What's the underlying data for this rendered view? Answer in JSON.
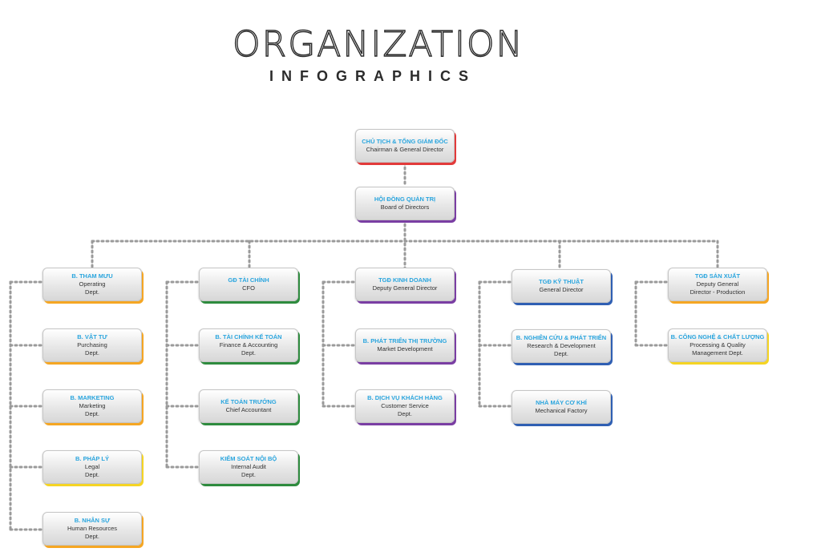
{
  "title": {
    "line1_a": "ORGAN",
    "line1_b": "I",
    "line1_c": "ZATION",
    "line2": "INFOGRAPHICS"
  },
  "colors": {
    "red": "#e23a3a",
    "purple": "#7a3ea3",
    "orange": "#f5a623",
    "green": "#2e8b3e",
    "blue": "#2f5fb3",
    "dots": "#9a9a9a",
    "vn_text": "#2aa5de"
  },
  "top": {
    "chairman": {
      "vn": "CHỦ TỊCH & TỔNG GIÁM ĐỐC",
      "en": "Chairman & General Director",
      "accent": "red"
    },
    "board": {
      "vn": "HỘI ĐỒNG QUẢN TRỊ",
      "en": "Board of Directors",
      "accent": "purple"
    }
  },
  "columns": [
    {
      "accent": "orange",
      "nodes": [
        {
          "vn": "B. THAM MƯU",
          "en": "Operating\nDept."
        },
        {
          "vn": "B. VẬT TƯ",
          "en": "Purchasing\nDept."
        },
        {
          "vn": "B. MARKETING",
          "en": "Marketing\nDept."
        },
        {
          "vn": "B. PHÁP LÝ",
          "en": "Legal\nDept."
        },
        {
          "vn": "B. NHÂN SỰ",
          "en": "Human Resources\nDept."
        }
      ]
    },
    {
      "accent": "green",
      "nodes": [
        {
          "vn": "GĐ TÀI CHÍNH",
          "en": "CFO"
        },
        {
          "vn": "B. TÀI CHÍNH KẾ TOÁN",
          "en": "Finance & Accounting\nDept."
        },
        {
          "vn": "KẾ TOÁN TRƯỞNG",
          "en": "Chief Accountant"
        },
        {
          "vn": "KIỂM SOÁT NỘI BỘ",
          "en": "Internal Audit\nDept."
        }
      ]
    },
    {
      "accent": "purple",
      "nodes": [
        {
          "vn": "TGĐ KINH DOANH",
          "en": "Deputy General Director"
        },
        {
          "vn": "B. PHÁT TRIỂN THỊ TRƯỜNG",
          "en": "Market Development"
        },
        {
          "vn": "B. DỊCH VỤ KHÁCH HÀNG",
          "en": "Customer Service\nDept."
        }
      ]
    },
    {
      "accent": "blue",
      "nodes": [
        {
          "vn": "TGĐ KỸ THUẬT",
          "en": "General Director"
        },
        {
          "vn": "B. NGHIÊN CỨU & PHÁT TRIỂN",
          "en": "Research & Development\nDept."
        },
        {
          "vn": "NHÀ MÁY CƠ KHÍ",
          "en": "Mechanical Factory"
        }
      ]
    },
    {
      "accent": "orange",
      "nodes": [
        {
          "vn": "TGĐ SẢN XUẤT",
          "en": "Deputy General\nDirector - Production"
        },
        {
          "vn": "B. CÔNG NGHỆ & CHẤT LƯỢNG",
          "en": "Processing & Quality\nManagement Dept."
        }
      ]
    }
  ]
}
